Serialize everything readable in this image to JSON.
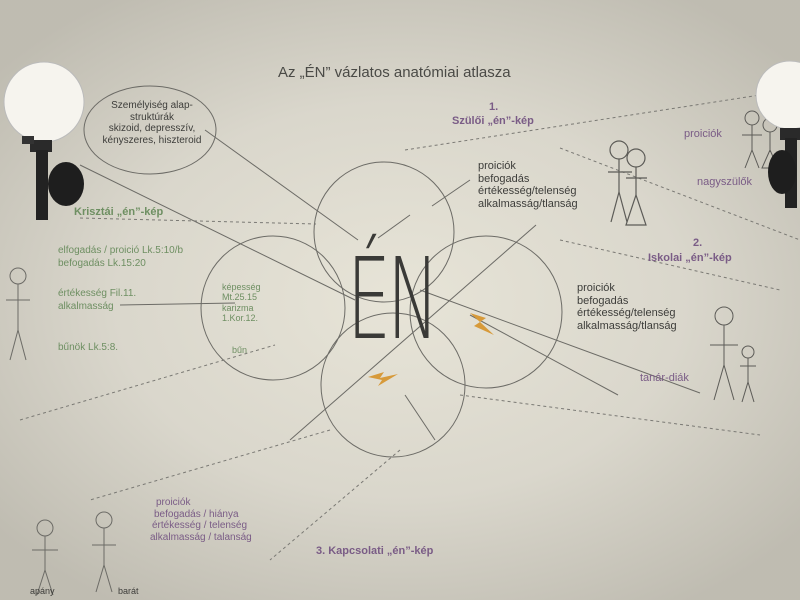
{
  "title": "Az „ÉN” vázlatos anatómiai atlasza",
  "center_label": "ÉN",
  "personality_bubble": {
    "lines": [
      "Személyiség alap-",
      "struktúrák",
      "skizoid,  depresszív,",
      "kényszeres,  hiszteroid"
    ]
  },
  "parental": {
    "number": "1.",
    "title": "Szülői „én”-kép",
    "items": [
      "proiciók",
      "befogadás",
      "értékesség/telenség",
      "alkalmasság/tlanság"
    ],
    "right_labels": [
      "proiciók",
      "nagyszülők"
    ]
  },
  "christian": {
    "title": "Krisztái „én”-kép",
    "items": [
      "elfogadás /  proició Lk.5:10/b",
      "befogadás Lk.15:20",
      "értékesség Fil.11.",
      "alkalmasság",
      "bűnök Lk.5:8."
    ],
    "circle_items": [
      "képesség",
      "Mt.25.15",
      "karizma",
      "1.Kor.12.",
      "bűn"
    ]
  },
  "school": {
    "number": "2.",
    "title": "Iskolai „én”-kép",
    "items": [
      "proiciók",
      "befogadás",
      "értékesség/telenség",
      "alkalmasság/tlanság"
    ],
    "side_label": "tanár-diák"
  },
  "relational": {
    "title": "3. Kapcsolati „én”-kép",
    "items": [
      "proiciók",
      "befogadás / hiánya",
      "értékesség / telenség",
      "alkalmasság / talanság"
    ],
    "bottom_labels": [
      "apány",
      "barát"
    ]
  },
  "colors": {
    "dark_text": "#3d3d3a",
    "green_text": "#6e8f62",
    "purple_text": "#7a5c86",
    "lines": "#6c6b66",
    "lightning": "#d79a3a"
  }
}
